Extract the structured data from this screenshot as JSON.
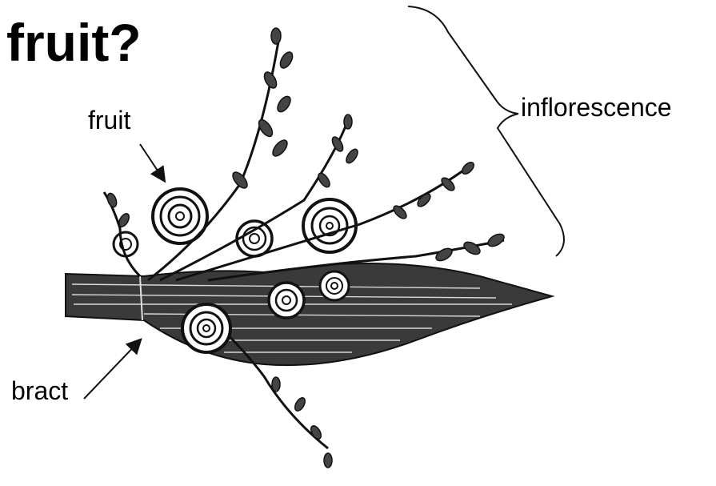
{
  "title": "fruit?",
  "labels": {
    "fruit": "fruit",
    "inflorescence": "inflorescence",
    "bract": "bract"
  },
  "colors": {
    "ink": "#111111",
    "background": "#ffffff"
  }
}
